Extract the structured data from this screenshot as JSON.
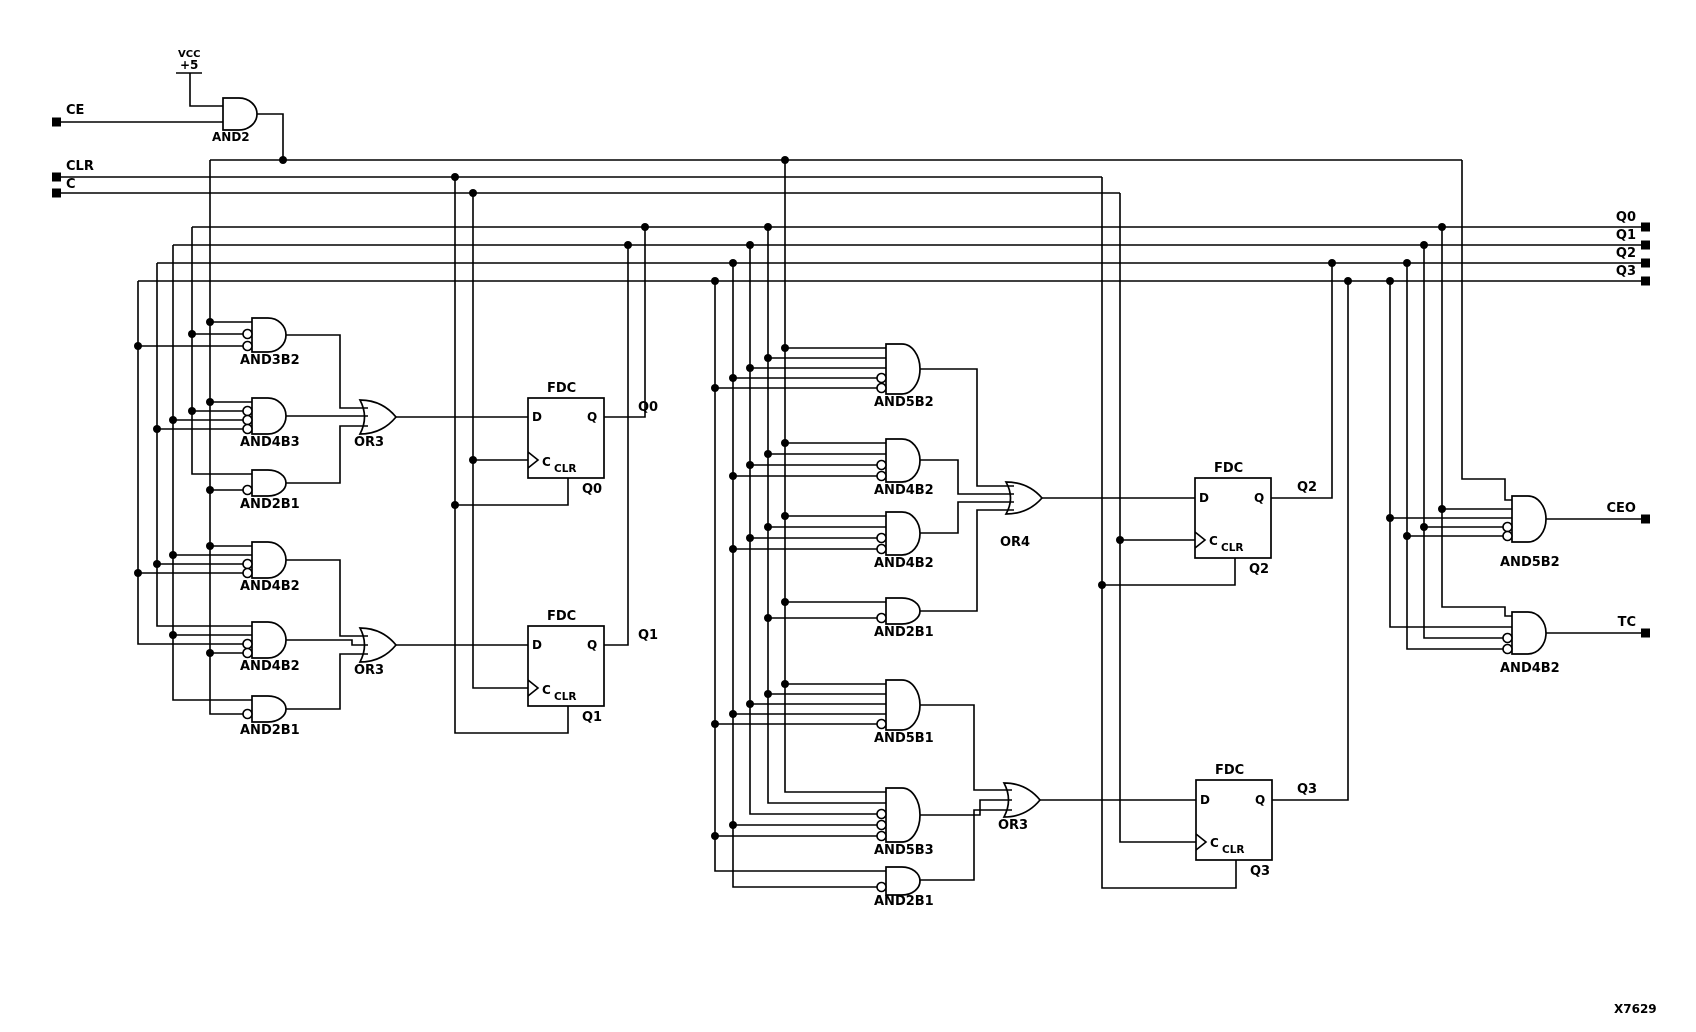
{
  "power": {
    "vcc": "VCC",
    "plus5": "+5"
  },
  "inputs": [
    {
      "id": "ce",
      "label": "CE"
    },
    {
      "id": "clr",
      "label": "CLR"
    },
    {
      "id": "c",
      "label": "C"
    }
  ],
  "outputs": [
    {
      "id": "q0",
      "label": "Q0"
    },
    {
      "id": "q1",
      "label": "Q1"
    },
    {
      "id": "q2",
      "label": "Q2"
    },
    {
      "id": "q3",
      "label": "Q3"
    },
    {
      "id": "ceo",
      "label": "CEO"
    },
    {
      "id": "tc",
      "label": "TC"
    }
  ],
  "gates": {
    "and2": "AND2",
    "and3b2": "AND3B2",
    "and4b3": "AND4B3",
    "and2b1_a": "AND2B1",
    "or3_a": "OR3",
    "and4b2_a": "AND4B2",
    "and4b2_b": "AND4B2",
    "and2b1_b": "AND2B1",
    "or3_b": "OR3",
    "and5b2_m": "AND5B2",
    "and4b2_m1": "AND4B2",
    "and4b2_m2": "AND4B2",
    "and2b1_m": "AND2B1",
    "or4": "OR4",
    "and5b1": "AND5B1",
    "and5b3": "AND5B3",
    "and2b1_m2": "AND2B1",
    "or3_m": "OR3",
    "and5b2_r": "AND5B2",
    "and4b2_r": "AND4B2"
  },
  "flipflops": [
    {
      "title": "FDC",
      "pin_d": "D",
      "pin_q": "Q",
      "pin_c": "C",
      "pin_clr": "CLR",
      "net": "Q0",
      "instance": "Q0"
    },
    {
      "title": "FDC",
      "pin_d": "D",
      "pin_q": "Q",
      "pin_c": "C",
      "pin_clr": "CLR",
      "net": "Q1",
      "instance": "Q1"
    },
    {
      "title": "FDC",
      "pin_d": "D",
      "pin_q": "Q",
      "pin_c": "C",
      "pin_clr": "CLR",
      "net": "Q2",
      "instance": "Q2"
    },
    {
      "title": "FDC",
      "pin_d": "D",
      "pin_q": "Q",
      "pin_c": "C",
      "pin_clr": "CLR",
      "net": "Q3",
      "instance": "Q3"
    }
  ],
  "watermark": "X7629",
  "colors": {
    "wire": "#000000",
    "bg": "#ffffff"
  }
}
